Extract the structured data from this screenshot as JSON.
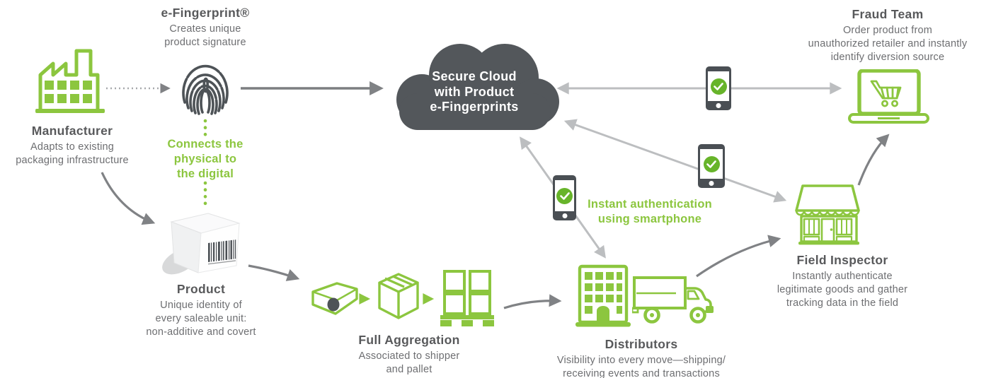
{
  "nodes": {
    "manufacturer": {
      "title": "Manufacturer",
      "desc": "Adapts to existing\npackaging infrastructure"
    },
    "efingerprint": {
      "title": "e-Fingerprint®",
      "desc": "Creates unique\nproduct signature"
    },
    "connects": {
      "text": "Connects the\nphysical to\nthe digital"
    },
    "cloud": {
      "text": "Secure Cloud\nwith Product\ne-Fingerprints"
    },
    "fraud_team": {
      "title": "Fraud Team",
      "desc": "Order product from\nunauthorized retailer and instantly\nidentify diversion source"
    },
    "product": {
      "title": "Product",
      "desc": "Unique identity of\nevery saleable unit:\nnon-additive and covert"
    },
    "full_aggregation": {
      "title": "Full Aggregation",
      "desc": "Associated to shipper\nand pallet"
    },
    "distributors": {
      "title": "Distributors",
      "desc": "Visibility into every move—shipping/\nreceiving events and transactions"
    },
    "field_inspector": {
      "title": "Field Inspector",
      "desc": "Instantly authenticate\nlegitimate goods and gather\ntracking data in the field"
    },
    "instant_auth": {
      "text": "Instant authentication\nusing smartphone"
    }
  },
  "icons": {
    "manufacturer": "factory-icon",
    "efingerprint": "fingerprint-icon",
    "cloud": "cloud-icon",
    "product": "product-box-icon",
    "full_aggregation": [
      "scanner-icon",
      "shipper-box-icon",
      "pallet-icon"
    ],
    "distributors": [
      "building-icon",
      "truck-icon"
    ],
    "field_inspector": "storefront-icon",
    "fraud_team": "laptop-cart-icon",
    "authentication": "smartphone-check-icon"
  },
  "colors": {
    "green": "#8CC63F",
    "check_green": "#67B42A",
    "title_gray": "#58595B",
    "body_gray": "#6D6E71",
    "cloud_gray": "#53575B",
    "icon_dark": "#4E5357",
    "arrow_light": "#BCBEC0",
    "arrow_dark": "#808285",
    "background": "#FFFFFF"
  }
}
